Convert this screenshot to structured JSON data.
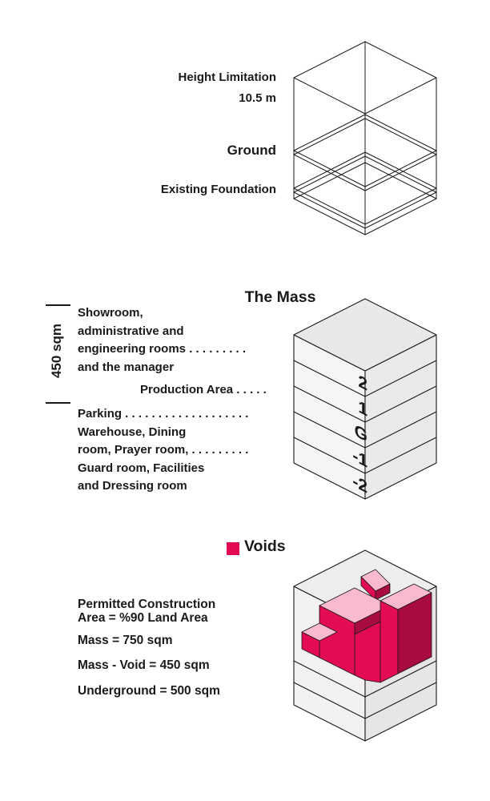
{
  "site": {
    "height_limitation": "Height Limitation",
    "height_value": "10.5 m",
    "ground": "Ground",
    "foundation": "Existing Foundation"
  },
  "mass": {
    "title": "The Mass",
    "dimension": "450 sqm",
    "floors": [
      "2",
      "1",
      "G",
      "-1",
      "-2"
    ],
    "lines": [
      "Showroom,",
      "administrative and",
      "engineering rooms . . . . . . . . .",
      "and the manager",
      "Production Area . . . . .",
      "Parking . . . . . . . . . . . . . . . . . . .",
      "Warehouse, Dining",
      "room, Prayer room, . . . . . . . . .",
      "Guard room, Facilities",
      "and Dressing room"
    ]
  },
  "voids": {
    "legend": "Voids",
    "stat_permitted_1": "Permitted Construction",
    "stat_permitted_2": "Area = %90  Land Area",
    "stat_mass": "Mass  = 750 sqm",
    "stat_mass_void": "Mass - Void = 450 sqm",
    "stat_underground": "Underground = 500 sqm"
  },
  "colors": {
    "ink": "#1a1a1a",
    "void_bright": "#e30b54",
    "void_dark": "#a80b3e",
    "void_pink": "#f9b9cf",
    "gray_top": "#ededed",
    "gray_left": "#f3f2f1",
    "gray_right": "#e8e6e4"
  }
}
